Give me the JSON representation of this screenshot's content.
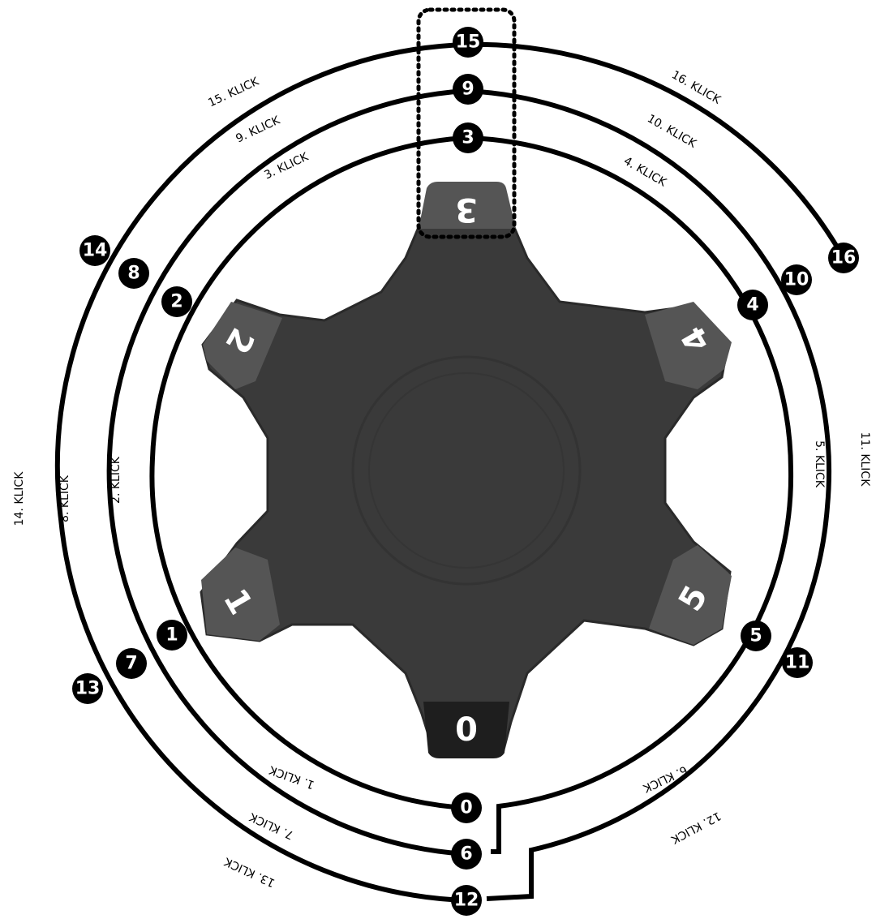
{
  "colors": {
    "line": "#000000",
    "node_fill": "#000000",
    "node_text": "#ffffff",
    "dial_body": "#3a3a3a",
    "dial_tooth_top": "#5a5a5a",
    "highlight": "#000000"
  },
  "dial": {
    "teeth": [
      "0",
      "1",
      "2",
      "3",
      "4",
      "5"
    ]
  },
  "rings": {
    "inner": {
      "nodes": [
        "0",
        "1",
        "2",
        "3",
        "4",
        "5"
      ]
    },
    "middle": {
      "nodes": [
        "6",
        "7",
        "8",
        "9",
        "10",
        "11"
      ]
    },
    "outer": {
      "nodes": [
        "12",
        "13",
        "14",
        "15",
        "16"
      ]
    }
  },
  "klick_labels": {
    "k1": "1. KLICK",
    "k2": "2. KLICK",
    "k3": "3. KLICK",
    "k4": "4. KLICK",
    "k5": "5. KLICK",
    "k6": "6. KLICK",
    "k7": "7. KLICK",
    "k8": "8. KLICK",
    "k9": "9. KLICK",
    "k10": "10. KLICK",
    "k11": "11. KLICK",
    "k12": "12. KLICK",
    "k13": "13. KLICK",
    "k14": "14. KLICK",
    "k15": "15. KLICK",
    "k16": "16. KLICK"
  },
  "highlight": {
    "target": "3, 9, 15"
  }
}
